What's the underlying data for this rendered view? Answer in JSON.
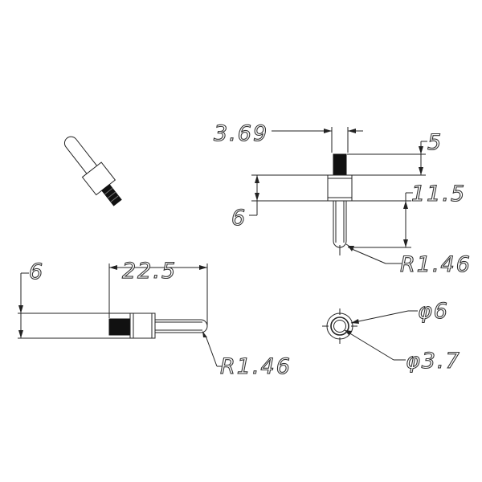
{
  "drawing": {
    "dimensions": {
      "top_width": "3.69",
      "thread_length": "5",
      "collar_height": "6",
      "pin_length": "11.5",
      "tip_radius_top": "R1.46",
      "side_height": "6",
      "side_length": "22.5",
      "tip_radius_side": "R1.46",
      "outer_diameter": "φ6",
      "inner_diameter": "φ3.7"
    }
  }
}
